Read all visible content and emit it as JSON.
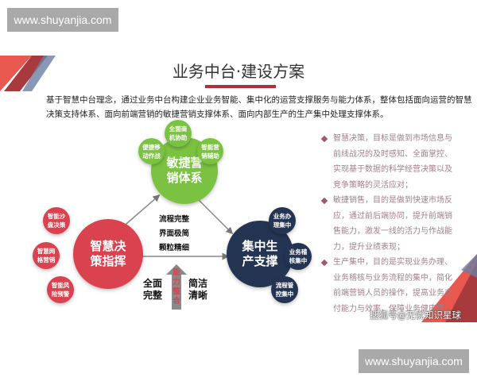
{
  "watermarks": {
    "top": "www.shuyanjia.com",
    "bottom": "www.shuyanjia.com",
    "sohu": "搜狐号@无忧知识星球"
  },
  "title": "业务中台·建设方案",
  "intro": "基于智慧中台理念，通过业务中台构建企业业务智能、集中化的运营支撑服务与能力体系，整体包括面向运营的智慧决策支持体系、面向前端营销的敏捷营销支撑体系、面向内部生产的生产集中处理支撑体系。",
  "colors": {
    "green": "#7cc242",
    "red": "#d9424e",
    "navy": "#243553",
    "accent": "#b0303a"
  },
  "diagram": {
    "green": {
      "main": "敏捷营销体系",
      "subs": [
        "全面商机协助",
        "便捷移动作战",
        "智能营销辅助"
      ]
    },
    "red": {
      "main": "智慧决策指挥",
      "subs": [
        "智能沙盘决策",
        "智慧网格营销",
        "智能风险预警"
      ]
    },
    "navy": {
      "main": "集中生产支撑",
      "subs": [
        "业务办理集中",
        "业务稽核集中",
        "流程管控集中"
      ]
    },
    "center": [
      "流程完整",
      "界面极简",
      "颗粒精细"
    ],
    "arrow_label": "能力整合",
    "left_label": "全面完整",
    "right_label": "简洁清晰"
  },
  "bullets": [
    "智慧决策，目标是做到市场信息与前线战况的及时感知、全面掌控、实现基于数据的科学经营决策以及竞争策略的灵活应对；",
    "敏捷销售，目的是做到快速市场反应，通过前后端协同，提升前端销售能力，激发一线的活力与作战能力，提升业绩表现；",
    "生产集中，目的是实现业务办理、业务稽核与业务流程的集中，简化前端营销人员的操作，提高业务交付能力与效率，保障业务健康度。"
  ]
}
